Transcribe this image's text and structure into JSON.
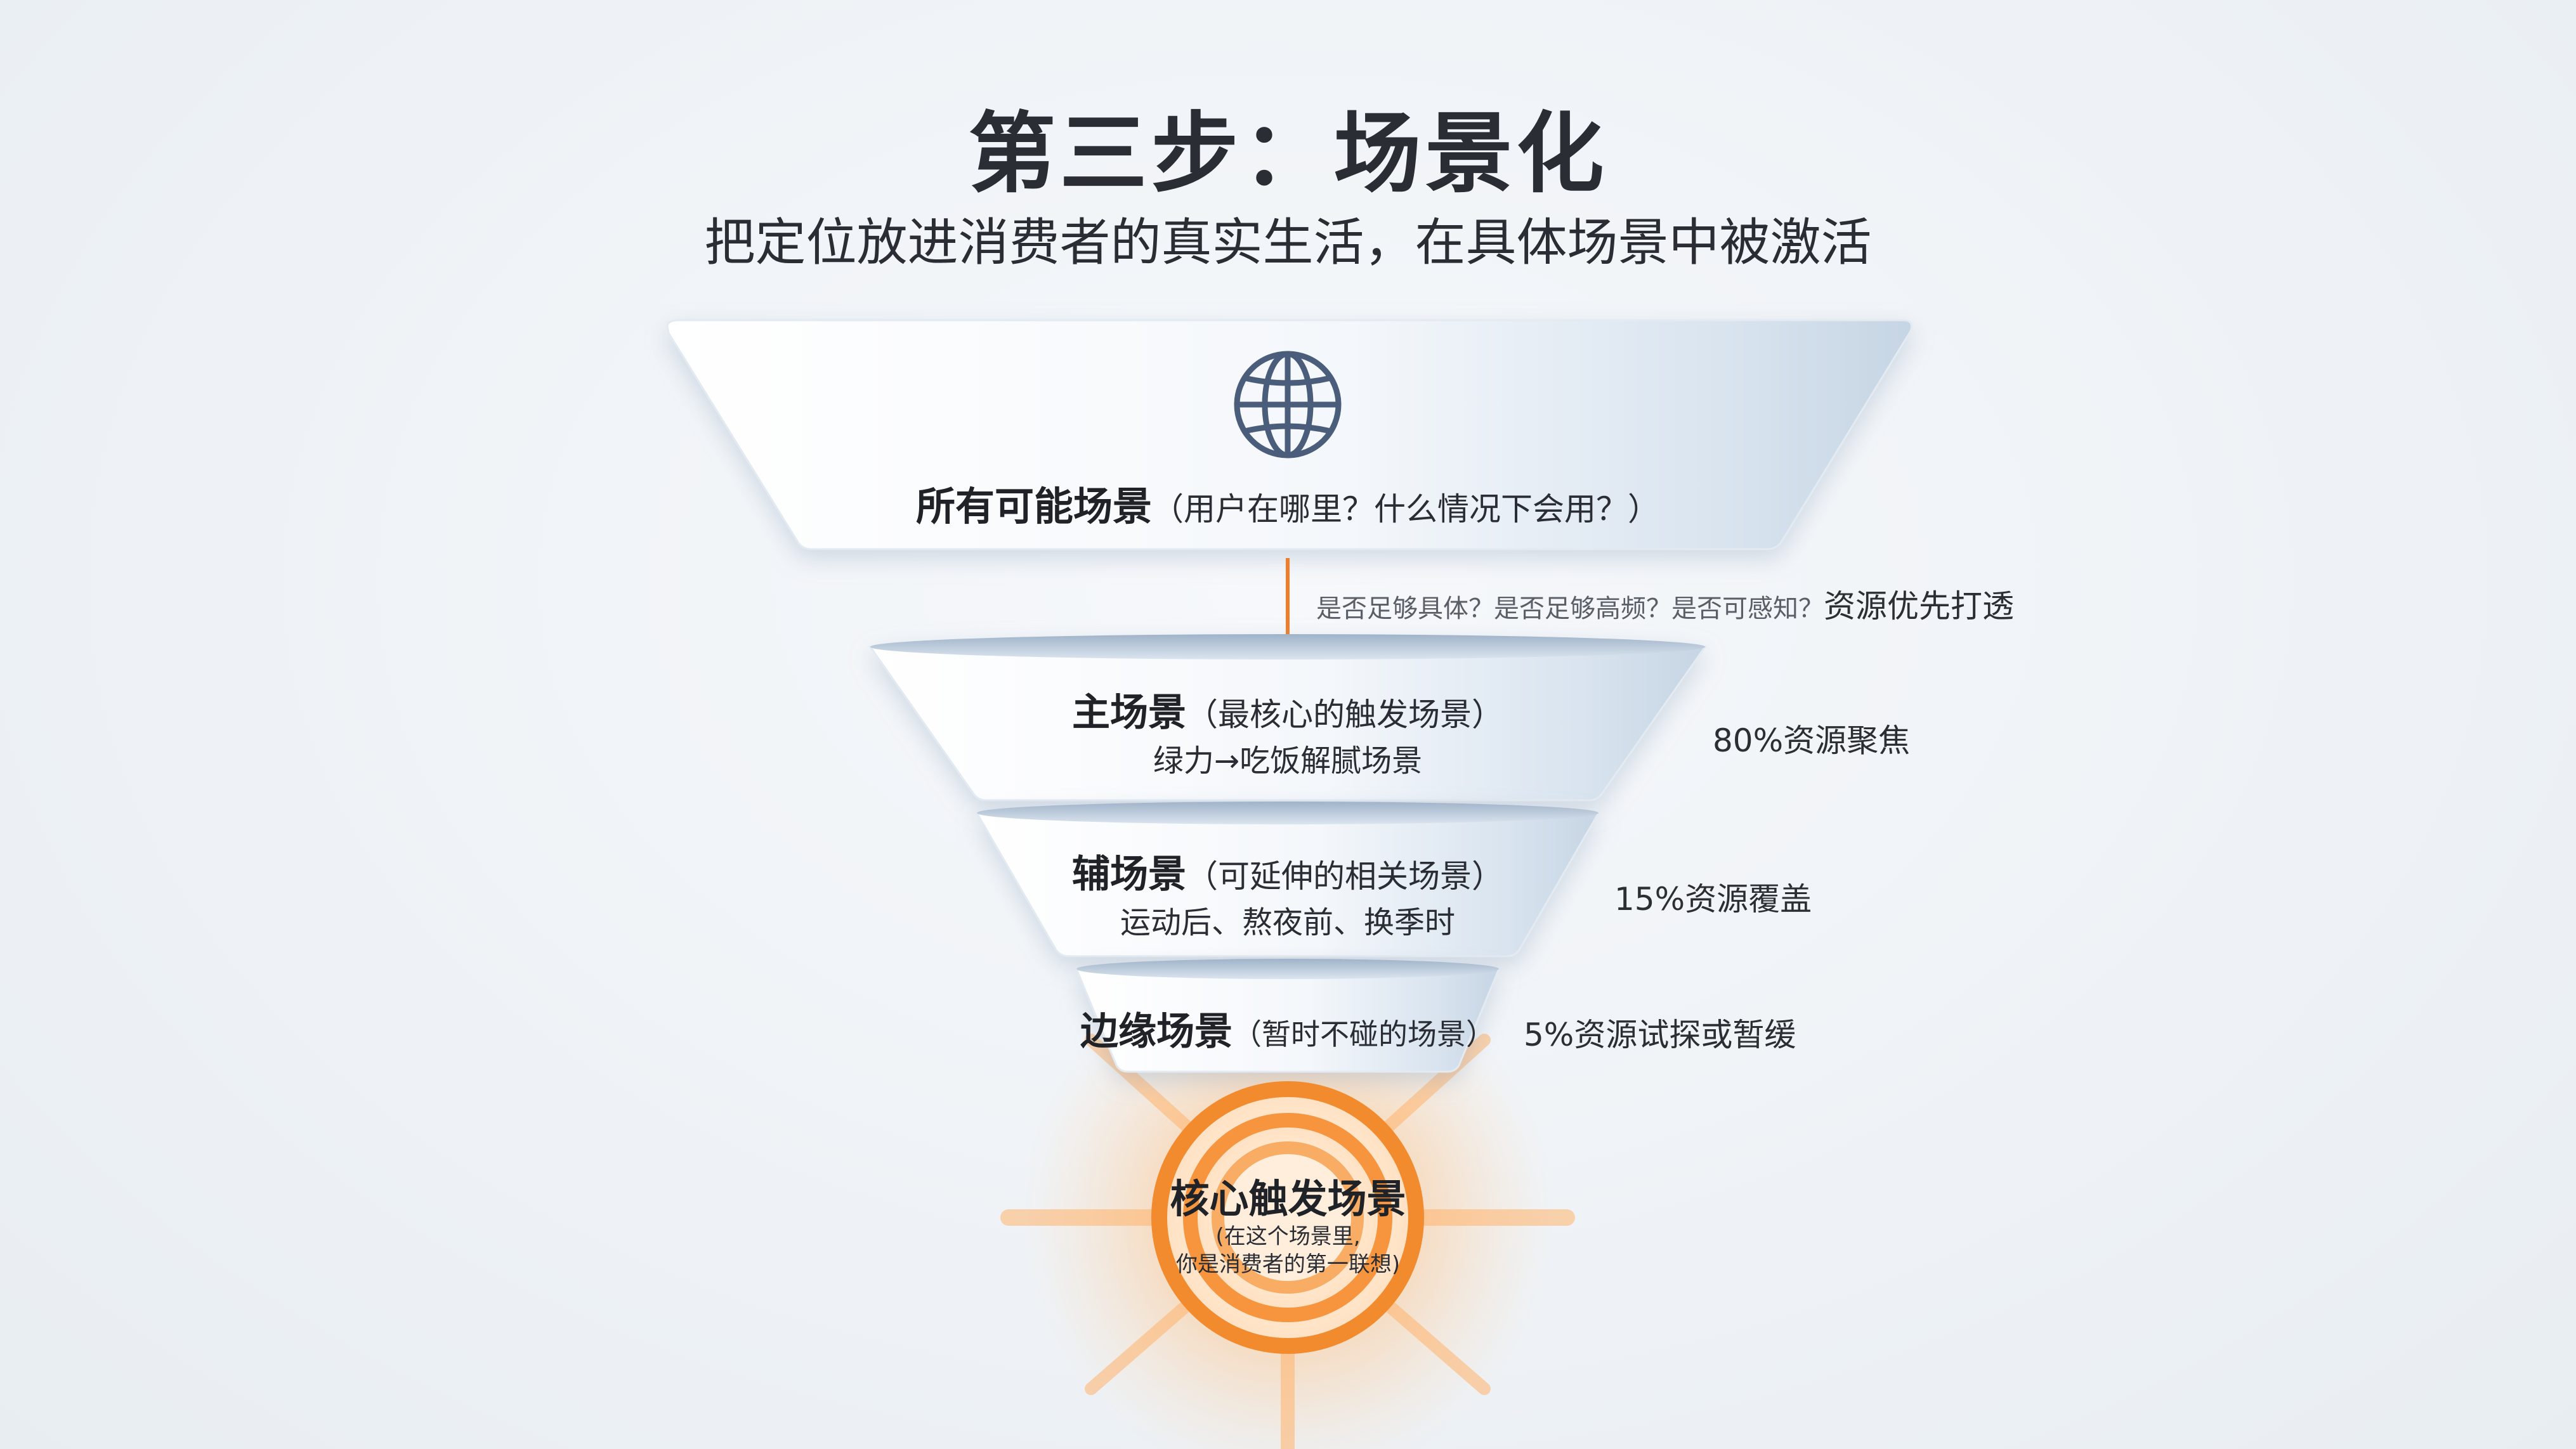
{
  "header": {
    "title": "第三步：场景化",
    "subtitle": "把定位放进消费者的真实生活，在具体场景中被激活"
  },
  "top_tier": {
    "icon": "globe-icon",
    "label": "所有可能场景",
    "paren": "（用户在哪里？什么情况下会用？）"
  },
  "filter": {
    "questions": "是否足够具体？是否足够高频？是否可感知？",
    "action": "资源优先打透",
    "arrow_color": "#ef7d2a"
  },
  "tiers": [
    {
      "label": "主场景",
      "paren": "（最核心的触发场景）",
      "sub": "绿力→吃饭解腻场景",
      "resource": "80%资源聚焦"
    },
    {
      "label": "辅场景",
      "paren": "（可延伸的相关场景）",
      "sub": "运动后、熬夜前、换季时",
      "resource": "15%资源覆盖"
    },
    {
      "label": "边缘场景",
      "paren": "（暂时不碰的场景）",
      "sub": "",
      "resource": "5%资源试探或暂缓"
    }
  ],
  "core": {
    "title": "核心触发场景",
    "note_line1": "(在这个场景里,",
    "note_line2": "你是消费者的第一联想)",
    "accent": "#f28a2e"
  }
}
